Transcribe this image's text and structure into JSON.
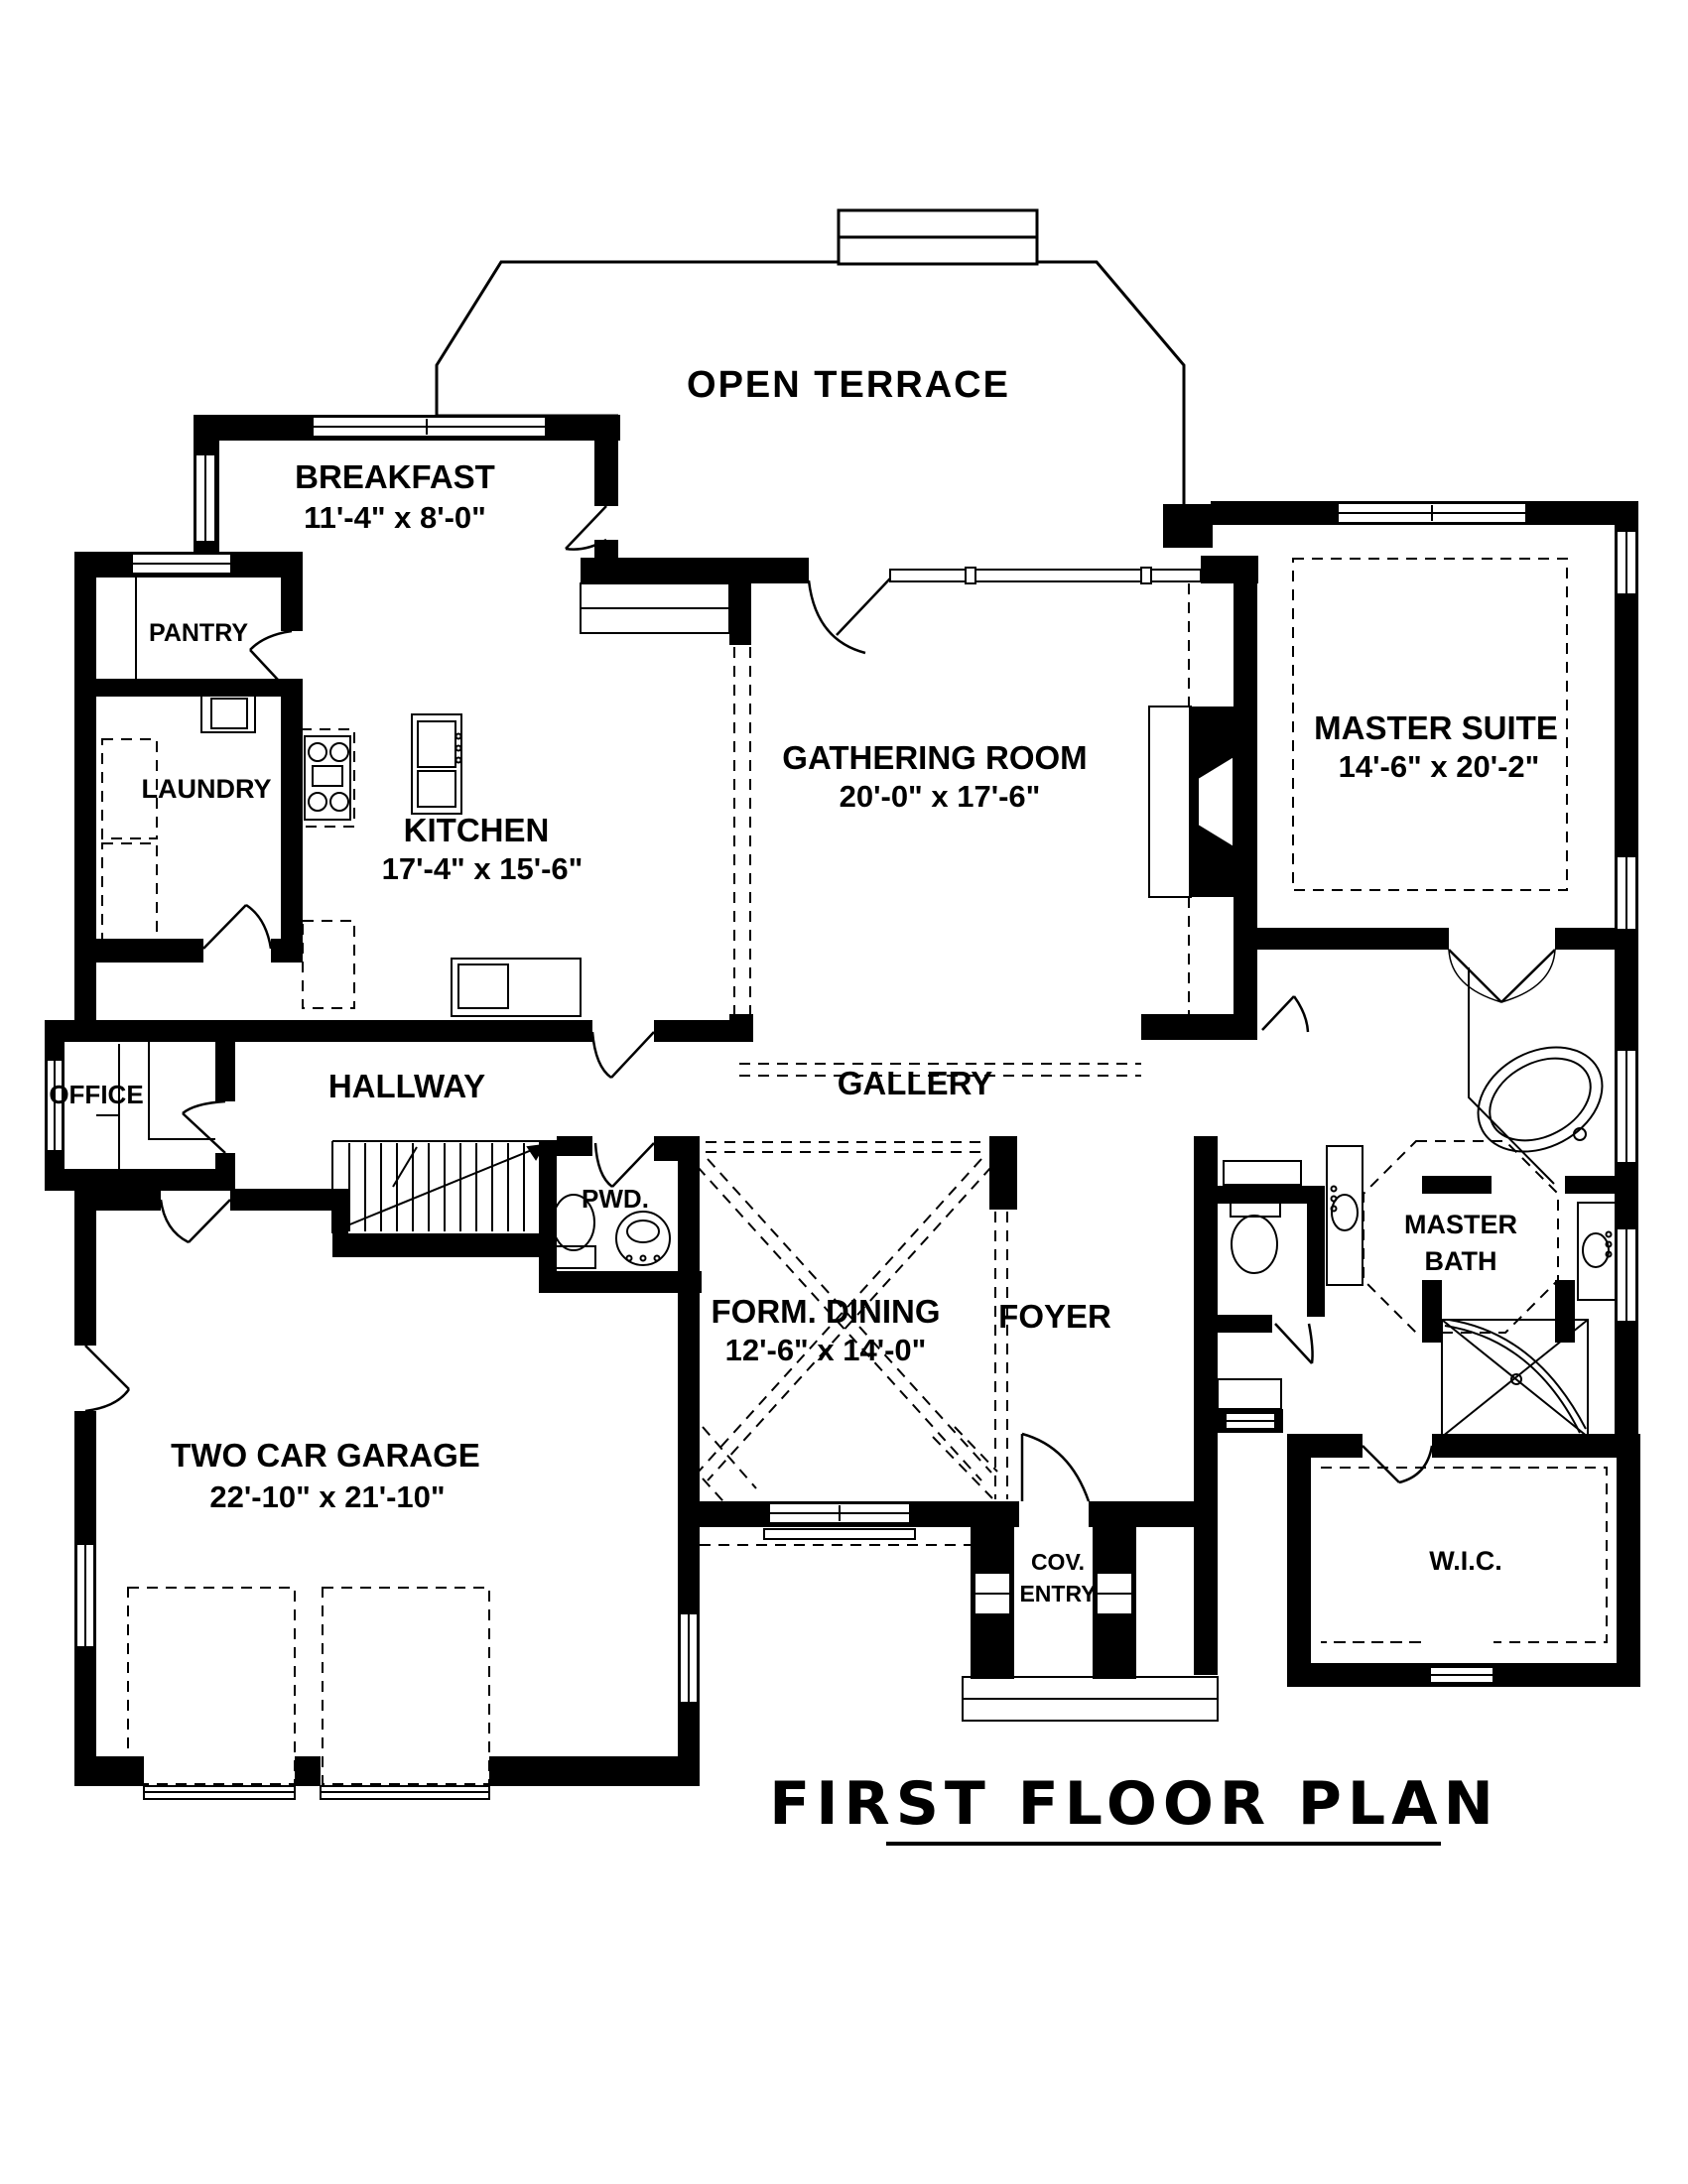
{
  "page": {
    "background": "#ffffff",
    "ink": "#000000"
  },
  "title": {
    "text": "FIRST FLOOR PLAN"
  },
  "rooms": {
    "open_terrace": {
      "name": "OPEN TERRACE"
    },
    "breakfast": {
      "name": "BREAKFAST",
      "dims": "11'-4\" x 8'-0\""
    },
    "pantry": {
      "name": "PANTRY"
    },
    "laundry": {
      "name": "LAUNDRY"
    },
    "kitchen": {
      "name": "KITCHEN",
      "dims": "17'-4\" x 15'-6\""
    },
    "gathering": {
      "name": "GATHERING ROOM",
      "dims": "20'-0\" x 17'-6\""
    },
    "master_suite": {
      "name": "MASTER SUITE",
      "dims": "14'-6\" x 20'-2\""
    },
    "office": {
      "name": "OFFICE"
    },
    "hallway": {
      "name": "HALLWAY"
    },
    "gallery": {
      "name": "GALLERY"
    },
    "powder": {
      "name": "PWD."
    },
    "formal_dining": {
      "name": "FORM. DINING",
      "dims": "12'-6\" x 14'-0\""
    },
    "foyer": {
      "name": "FOYER"
    },
    "master_bath": {
      "lines": [
        "MASTER",
        "BATH"
      ]
    },
    "garage": {
      "name": "TWO CAR GARAGE",
      "dims": "22'-10\" x 21'-10\""
    },
    "cov_entry": {
      "lines": [
        "COV.",
        "ENTRY"
      ]
    },
    "wic": {
      "name": "W.I.C."
    }
  }
}
